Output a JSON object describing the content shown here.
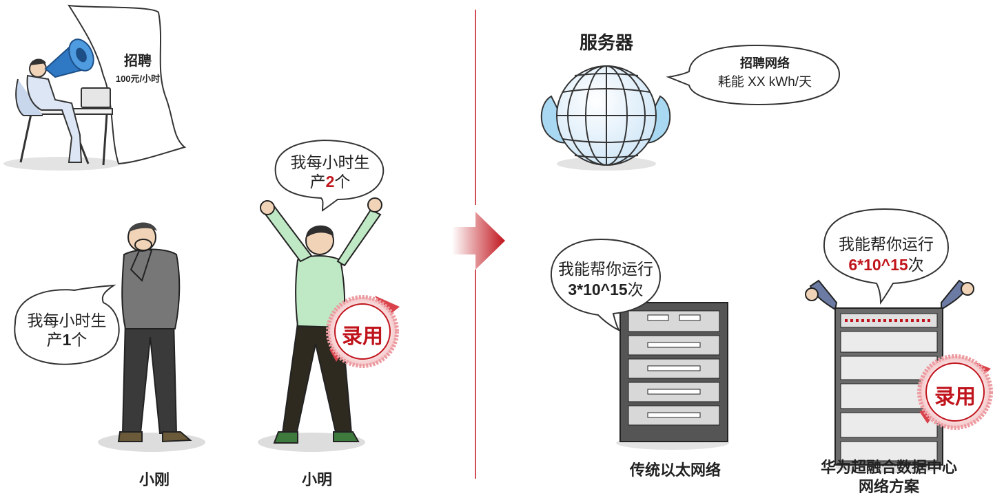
{
  "recruit": {
    "poster_title": "招聘",
    "poster_wage": "100元/小时"
  },
  "left_people": [
    {
      "name": "小刚",
      "speech_line1": "我每小时生",
      "speech_line2_prefix": "产",
      "speech_number": "1",
      "speech_line2_suffix": "个"
    },
    {
      "name": "小明",
      "speech_line1": "我每小时生",
      "speech_line2_prefix": "产",
      "speech_number": "2",
      "speech_line2_suffix": "个",
      "seal": "录用"
    }
  ],
  "server": {
    "title": "服务器",
    "bubble_title": "招聘网络",
    "bubble_energy": "耗能 XX kWh/天"
  },
  "networks": [
    {
      "label": "传统以太网络",
      "speech_line1": "我能帮你运行",
      "speech_value": "3*10^15",
      "speech_suffix": "次"
    },
    {
      "label_line1": "华为超融合数据中心",
      "label_line2": "网络方案",
      "speech_line1": "我能帮你运行",
      "speech_value": "6*10^15",
      "speech_suffix": "次",
      "seal": "录用"
    }
  ],
  "colors": {
    "accent_red": "#c0141c",
    "divider": "#c0141c",
    "shadow": "#d9d9d9"
  }
}
